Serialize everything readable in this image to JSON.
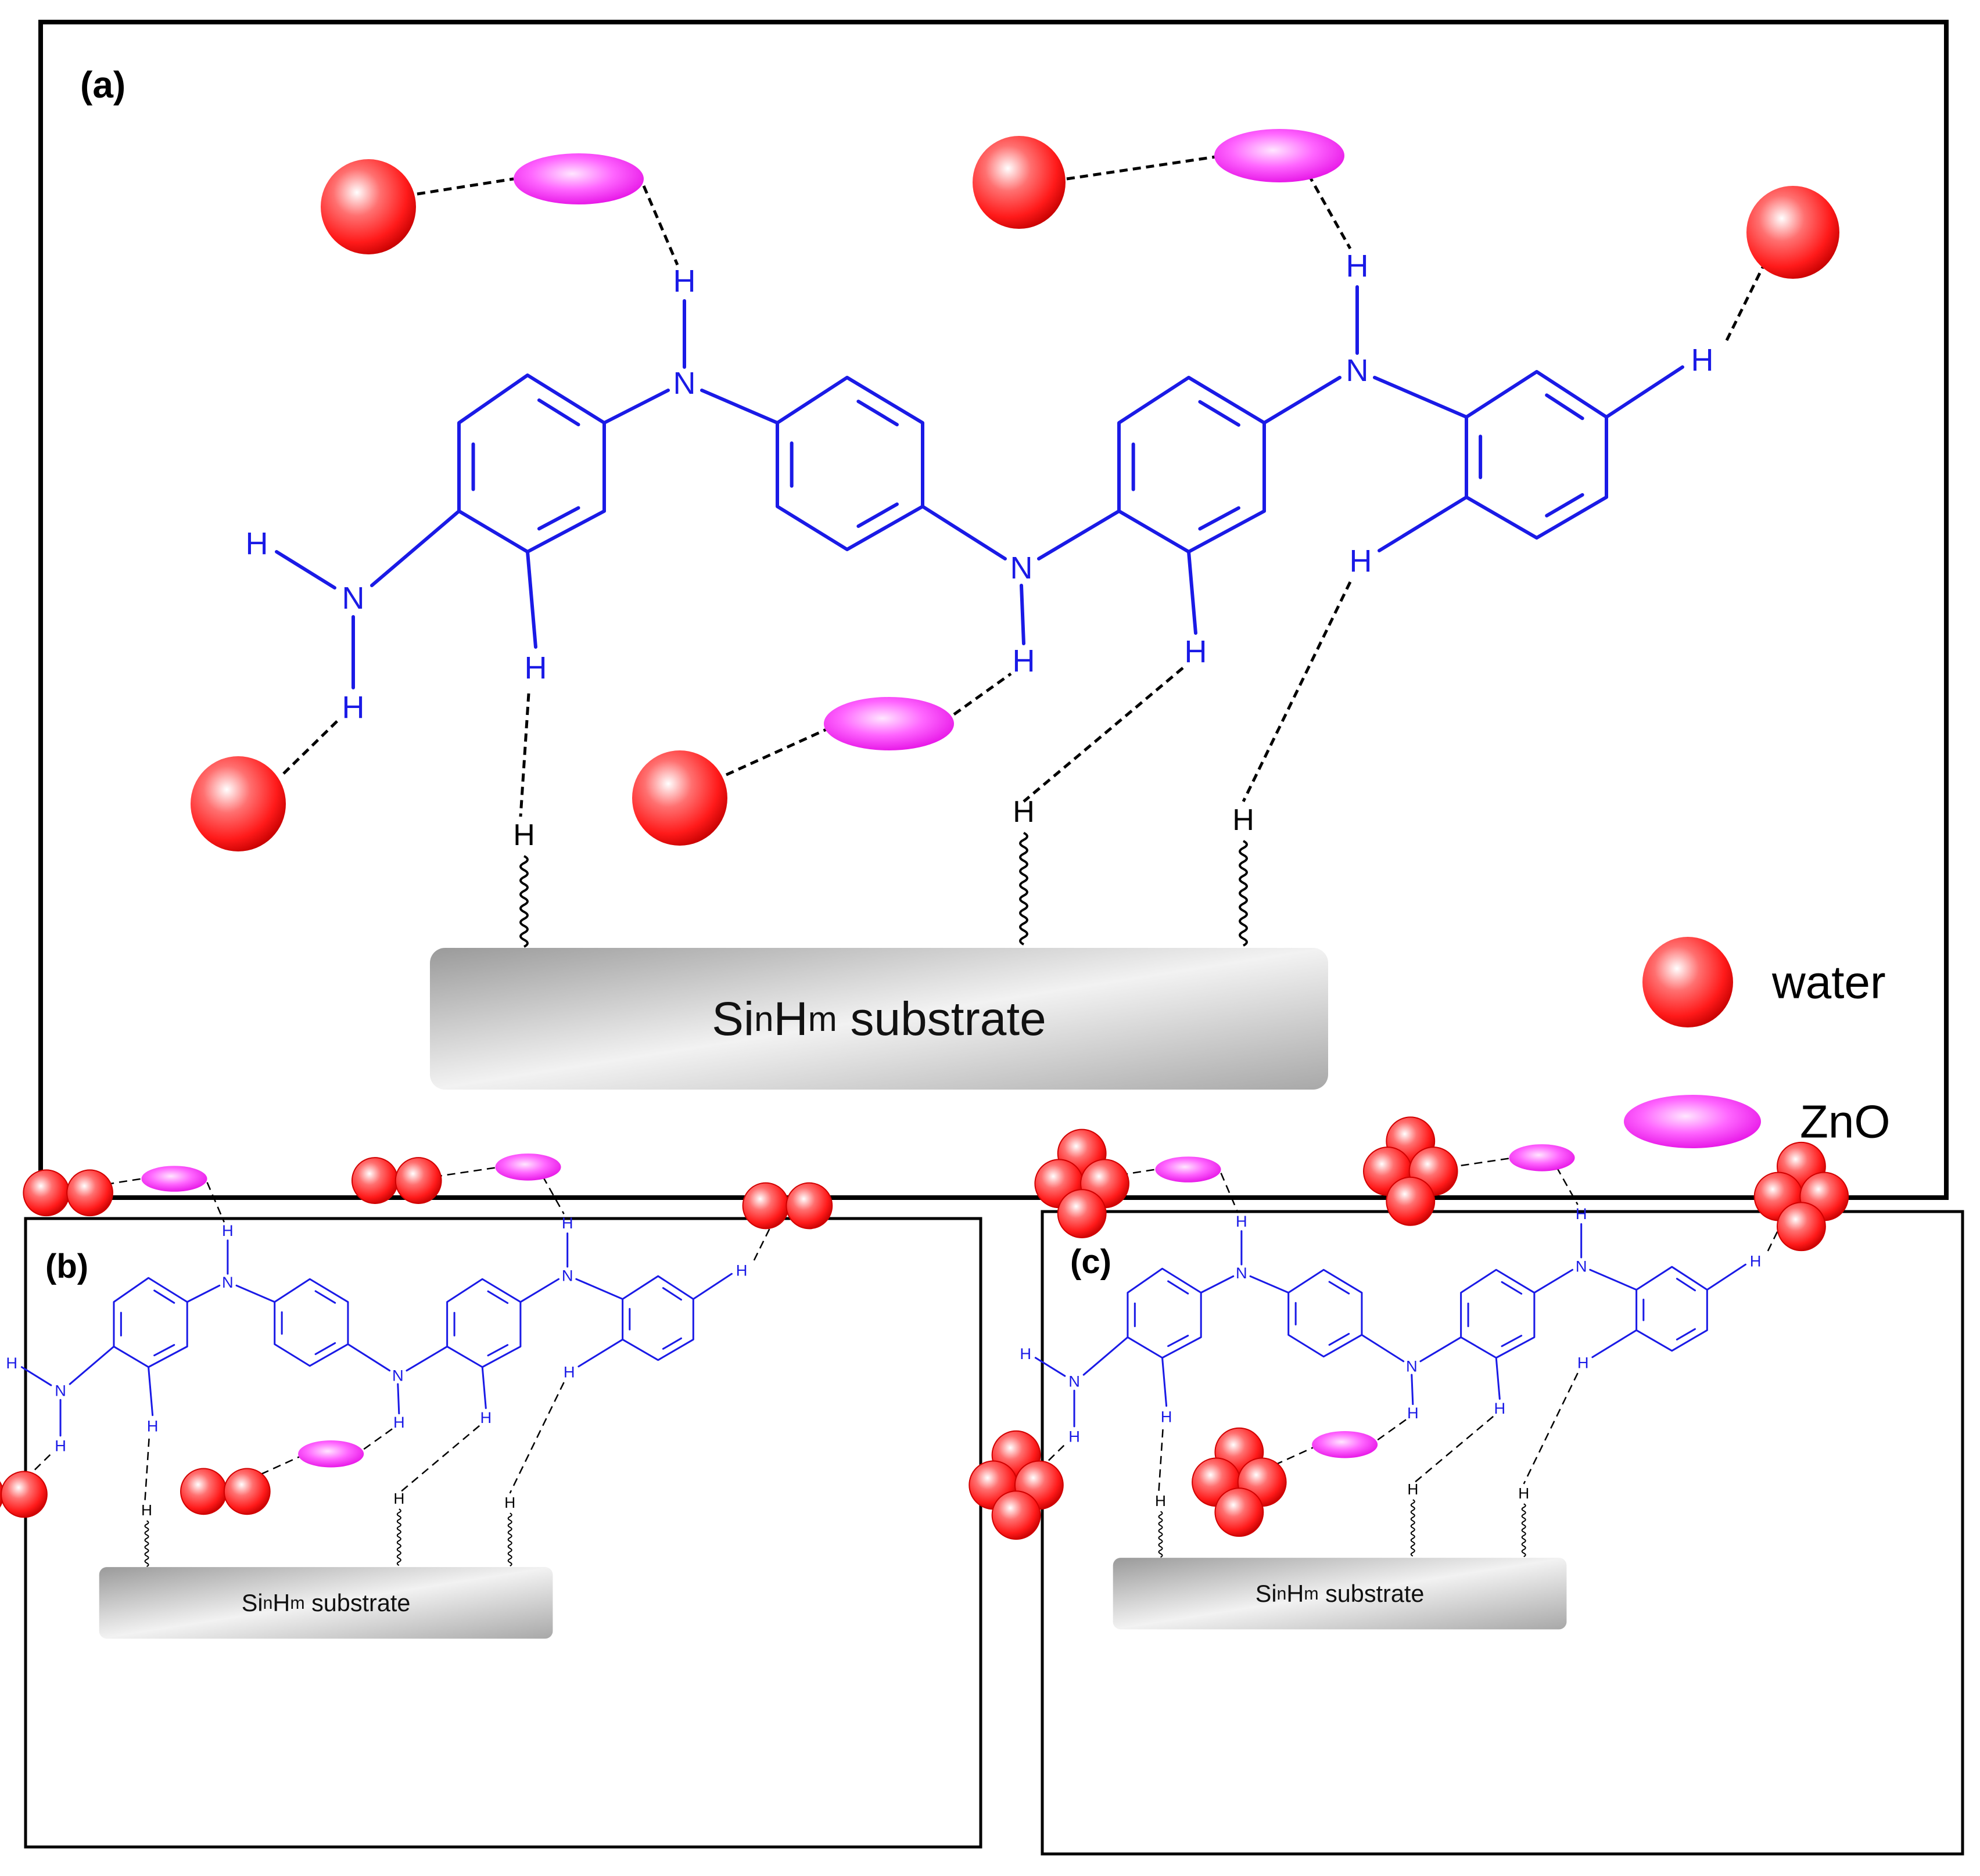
{
  "colors": {
    "bond": "#1a1ae6",
    "water": "#ff2a2a",
    "zno": "#ff33ff",
    "frame": "#000000",
    "substrate": "#c8c8c8"
  },
  "panels": [
    {
      "id": "a",
      "label": "(a)",
      "waterCluster": 1
    },
    {
      "id": "b",
      "label": "(b)",
      "waterCluster": 2
    },
    {
      "id": "c",
      "label": "(c)",
      "waterCluster": 4
    }
  ],
  "atoms": {
    "nitrogen": "N",
    "hydrogen": "H"
  },
  "substrate": {
    "prefix": "Si",
    "sub1": "n",
    "mid": "H",
    "sub2": "m",
    "suffix": " substrate"
  },
  "legend": {
    "water": "water",
    "zno": "ZnO"
  }
}
